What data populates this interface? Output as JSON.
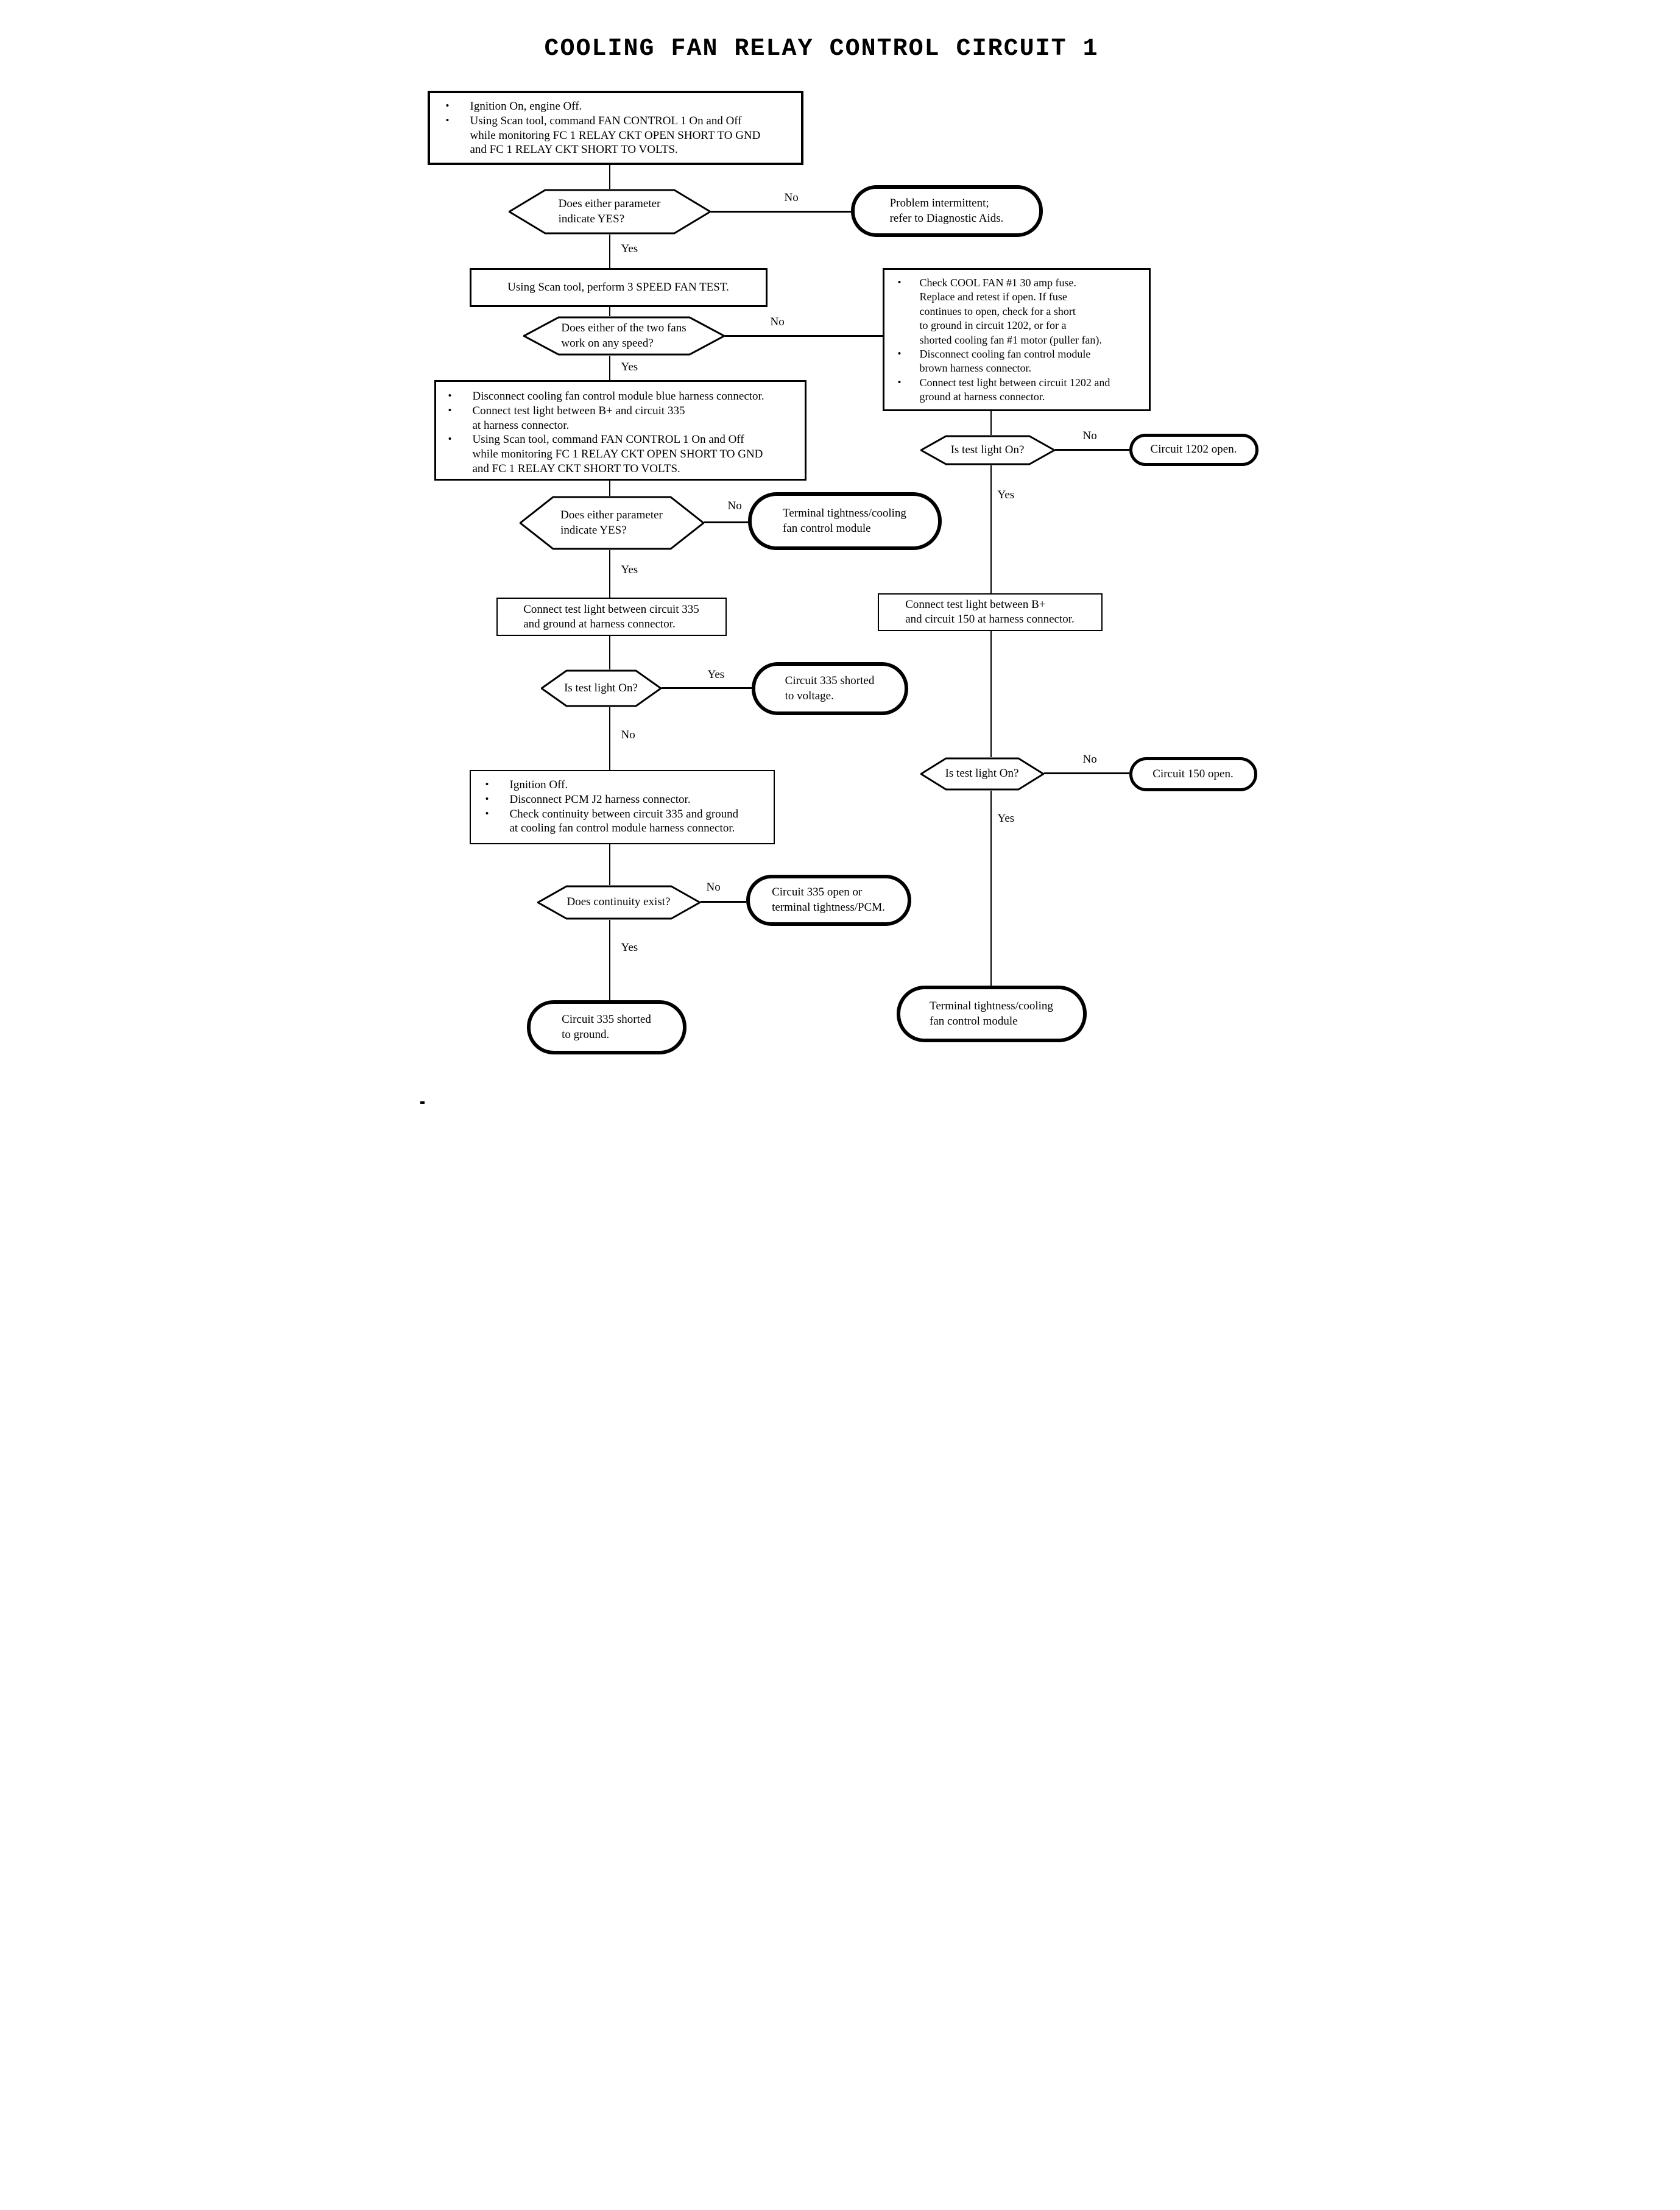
{
  "title": "COOLING FAN RELAY CONTROL CIRCUIT 1",
  "labels": {
    "yes": "Yes",
    "no": "No"
  },
  "nodes": {
    "start": {
      "type": "process",
      "bullets": [
        "Ignition On, engine Off.",
        "Using Scan tool, command FAN CONTROL 1 On and Off\nwhile monitoring FC 1 RELAY CKT OPEN SHORT TO GND\nand FC 1 RELAY CKT SHORT TO VOLTS."
      ]
    },
    "d1": {
      "type": "decision",
      "text": "Does either parameter\nindicate YES?"
    },
    "t1": {
      "type": "terminal",
      "text": "Problem intermittent;\nrefer to Diagnostic Aids."
    },
    "p2": {
      "type": "process",
      "text": "Using Scan tool, perform 3 SPEED FAN TEST."
    },
    "d2": {
      "type": "decision",
      "text": "Does either of the two fans\nwork on any speed?"
    },
    "p3r": {
      "type": "process",
      "bullets": [
        "Check COOL FAN #1 30 amp fuse.\nReplace and retest if open. If fuse\ncontinues to open, check for a short\nto ground in circuit 1202, or for a\nshorted cooling fan #1 motor (puller fan).",
        "Disconnect cooling fan control module\nbrown harness connector.",
        "Connect test light between circuit 1202 and\nground at harness connector."
      ]
    },
    "p3": {
      "type": "process",
      "bullets": [
        "Disconnect cooling fan control module blue harness connector.",
        "Connect test light between B+ and circuit 335\nat harness connector.",
        "Using Scan tool, command  FAN CONTROL 1 On and Off\nwhile monitoring FC 1 RELAY CKT OPEN SHORT TO GND\nand FC 1 RELAY CKT SHORT TO VOLTS."
      ]
    },
    "d3": {
      "type": "decision",
      "text": "Does either parameter\nindicate YES?"
    },
    "t2": {
      "type": "terminal",
      "text": "Terminal tightness/cooling\nfan control module"
    },
    "p4": {
      "type": "process",
      "text": "Connect test light between circuit 335\nand ground at harness connector."
    },
    "d4": {
      "type": "decision",
      "text": "Is test light On?"
    },
    "t3": {
      "type": "terminal",
      "text": "Circuit 335 shorted\nto voltage."
    },
    "p5": {
      "type": "process",
      "bullets": [
        "Ignition Off.",
        "Disconnect PCM J2 harness connector.",
        "Check continuity between circuit 335 and ground\nat cooling fan control module harness connector."
      ]
    },
    "d5": {
      "type": "decision",
      "text": "Does continuity exist?"
    },
    "t4": {
      "type": "terminal",
      "text": "Circuit 335 open or\nterminal tightness/PCM."
    },
    "t5": {
      "type": "terminal",
      "text": "Circuit 335 shorted\nto ground."
    },
    "d6": {
      "type": "decision",
      "text": "Is test light On?"
    },
    "t6": {
      "type": "terminal",
      "text": "Circuit 1202 open."
    },
    "p6": {
      "type": "process",
      "text": "Connect test light between B+\nand circuit 150 at harness connector."
    },
    "d7": {
      "type": "decision",
      "text": "Is test light On?"
    },
    "t7": {
      "type": "terminal",
      "text": "Circuit 150 open."
    },
    "t8": {
      "type": "terminal",
      "text": "Terminal tightness/cooling\nfan control module"
    }
  }
}
